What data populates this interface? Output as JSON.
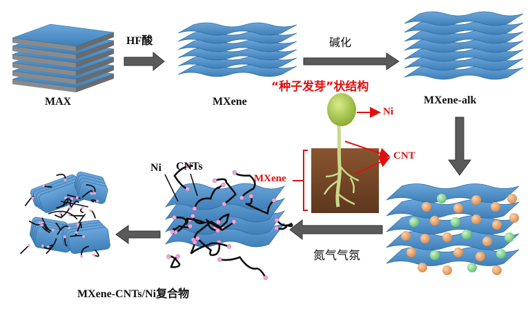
{
  "stages": {
    "max": "MAX",
    "mxene": "MXene",
    "mxene_alk": "MXene-alk",
    "composite": "MXene-CNTs/Ni复合物"
  },
  "steps": {
    "hf": "HF酸",
    "alkalize": "碱化",
    "nitrogen": "氮气气氛"
  },
  "inset": {
    "title": "“种子发芽”状结构",
    "ni": "Ni",
    "cnt": "CNT",
    "mxene": "MXene"
  },
  "callouts": {
    "ni": "Ni",
    "cnts": "CNTs"
  },
  "colors": {
    "sheet": "#4f8fc6",
    "sheet_dark": "#2f6ea6",
    "arrow": "#555555",
    "accent_red": "#e01010",
    "sprout": "#9bbf3c",
    "soil": "#7a4a2a",
    "sphere_orange": "#e8a46a",
    "sphere_green": "#8fd48f",
    "ni_particle": "#f2a6d8"
  }
}
